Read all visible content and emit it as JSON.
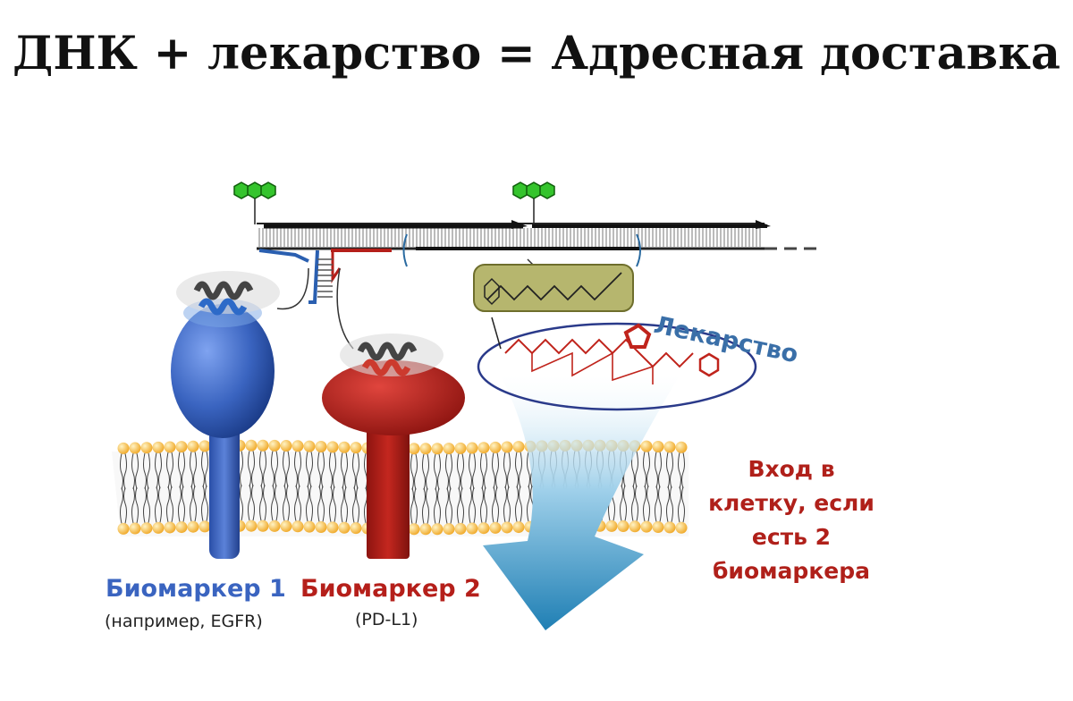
{
  "title": "ДНК + лекарство  = Адресная доставка",
  "drug_label": "Лекарство",
  "biomarker1": {
    "name": "Биомаркер 1",
    "note": "(например, EGFR)"
  },
  "biomarker2": {
    "name": "Биомаркер 2",
    "note": "(PD-L1)"
  },
  "entry_text": [
    "Вход в",
    "клетку, если",
    "есть 2",
    "биомаркера"
  ],
  "colors": {
    "biomarker1": "#3a64c0",
    "biomarker2": "#b51f1a",
    "drug_text": "#3a6fa8",
    "entry_text": "#b0201a",
    "fluorophore": "#35c42d",
    "arrow": "#2f8dbd"
  }
}
